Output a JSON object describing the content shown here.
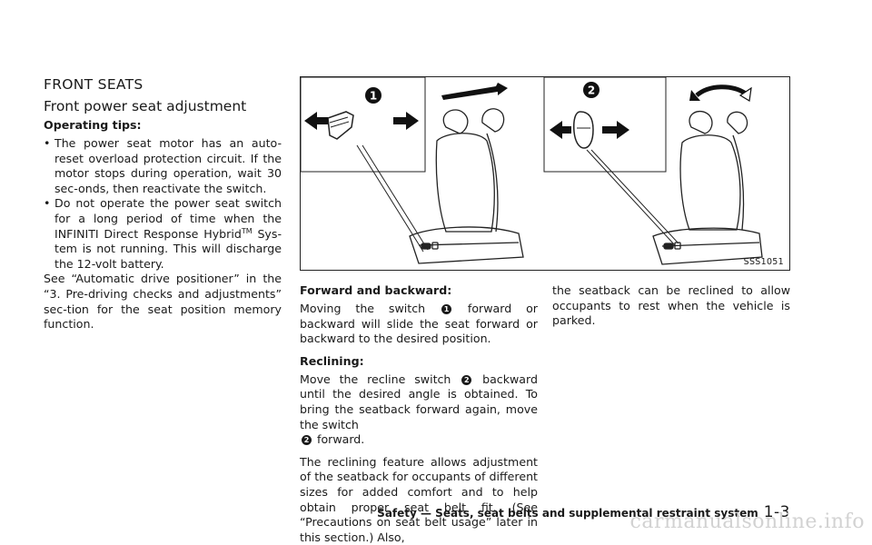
{
  "section_title": "FRONT SEATS",
  "subsection_title": "Front power seat adjustment",
  "operating_tips_heading": "Operating tips:",
  "bullet_char": "•",
  "bullet1": "The power seat motor has an auto-reset overload protection circuit. If the motor stops during operation, wait 30 sec-onds, then reactivate the switch.",
  "bullet2_part1": "Do not operate the power seat switch for a long period of time when the INFINITI Direct Response Hybrid",
  "bullet2_tm": "TM",
  "bullet2_part2": "Sys-tem is not running. This will discharge the 12-volt battery.",
  "see_text": "See “Automatic drive positioner” in the “3. Pre-driving checks and adjustments” sec-tion for the seat position memory function.",
  "figure": {
    "callout_1": "1",
    "callout_2": "2",
    "code": "SSS1051"
  },
  "forward_heading": "Forward and backward:",
  "forward_text_a": "Moving the switch",
  "forward_ref": "1",
  "forward_text_b": "forward or backward will slide the seat forward or backward to the desired position.",
  "reclining_heading": "Reclining:",
  "recline_text_a": "Move the recline switch",
  "recline_ref_a": "2",
  "recline_text_b": "backward until the desired angle is obtained. To bring the seatback forward again, move the switch",
  "recline_ref_b": "2",
  "recline_text_c": "forward.",
  "reclining_feature_text": "The reclining feature allows adjustment of the seatback for occupants of different sizes for added comfort and to help obtain proper seat belt fit. (See “Precautions on seat belt usage” later in this section.) Also,",
  "continued_text": "the seatback can be reclined to allow occupants to rest when the vehicle is parked.",
  "footer_text": "Safety — Seats, seat belts and supplemental restraint system",
  "page_number": "1-3",
  "watermark": "carmanualsonline.info"
}
